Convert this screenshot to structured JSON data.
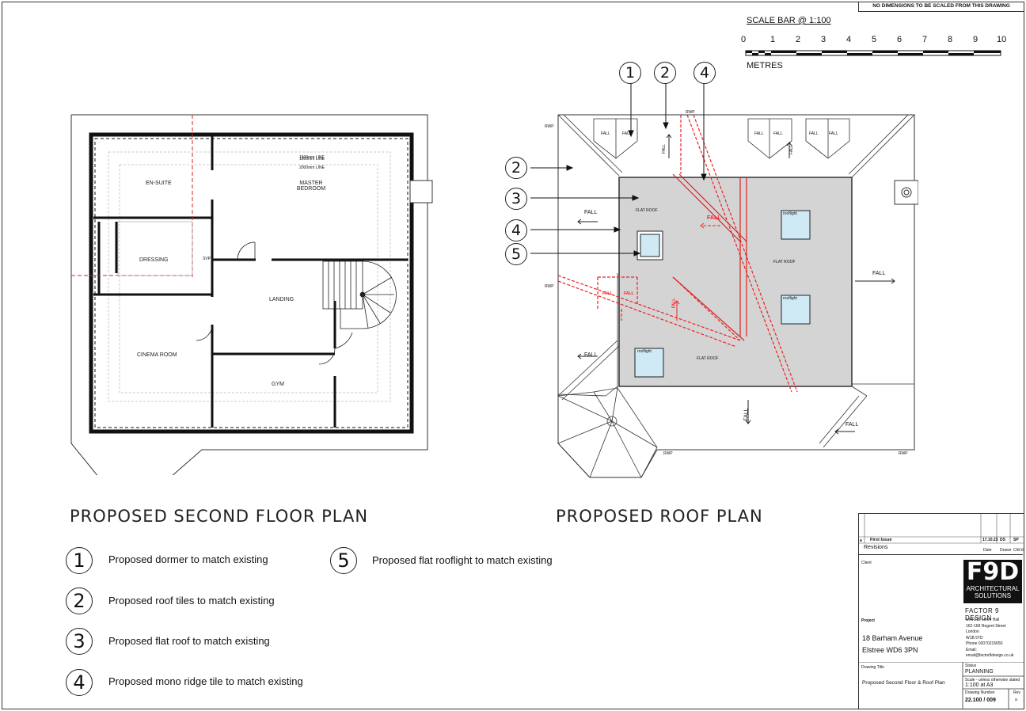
{
  "header": {
    "no_scale_note": "NO DIMENSIONS TO BE SCALED FROM THIS DRAWING",
    "scale_bar_title": "SCALE BAR @ 1:100",
    "scale_ticks": [
      "0",
      "1",
      "2",
      "3",
      "4",
      "5",
      "6",
      "7",
      "8",
      "9",
      "10"
    ],
    "scale_unit": "METRES"
  },
  "floor_plan": {
    "title": "PROPOSED SECOND FLOOR PLAN",
    "rooms": {
      "ensuite": "EN-SUITE",
      "master_bedroom": "MASTER BEDROOM",
      "dressing": "DRESSING",
      "landing": "LANDING",
      "cinema_room": "CINEMA ROOM",
      "gym": "GYM"
    },
    "line_notes": [
      "1500mm LINE",
      "1800mm LINE",
      "2000mm LINE"
    ],
    "svp": "SVP"
  },
  "roof_plan": {
    "title": "PROPOSED ROOF PLAN",
    "labels": {
      "fall": "FALL",
      "flat_roof": "FLAT ROOF",
      "rooflight": "rooflight",
      "rwp": "RWP"
    }
  },
  "callouts": [
    "1",
    "2",
    "4",
    "2",
    "3",
    "4",
    "5"
  ],
  "legend": [
    {
      "num": "1",
      "text": "Proposed dormer to match existing"
    },
    {
      "num": "2",
      "text": "Proposed roof tiles to match existing"
    },
    {
      "num": "3",
      "text": "Proposed flat roof to match existing"
    },
    {
      "num": "4",
      "text": "Proposed mono ridge tile to match existing"
    },
    {
      "num": "5",
      "text": "Proposed flat rooflight to match existing"
    }
  ],
  "title_block": {
    "rev_letter": "a",
    "rev_desc": "First Issue",
    "rev_date": "17.10.23",
    "rev_drawn": "DS",
    "rev_check": "SP",
    "revisions_label": "Revisions",
    "date_label": "Date",
    "drawn_label": "Drawn",
    "check_label": "Chk'd",
    "client_label": "Client",
    "logo_text": "F9D",
    "logo_sub1": "ARCHITECTURAL",
    "logo_sub2": "SOLUTIONS",
    "company": "FACTOR 9 DESIGN",
    "address": [
      "Unit 519 Linen Hall",
      "162-168 Regent Street",
      "London",
      "W1B 5TD",
      "Phone 02070215650",
      "Email:",
      "email@factor9design.co.uk"
    ],
    "project_label": "Project",
    "project_line1": "18 Barham Avenue",
    "project_line2": "Elstree WD6 3PN",
    "drawing_title_label": "Drawing Title",
    "drawing_title": "Proposed Second Floor & Roof Plan",
    "status_label": "Status",
    "status": "PLANNING",
    "scale_label": "Scale - unless otherwise stated",
    "scale": "1:100   at  A3",
    "drawing_number_label": "Drawing Number",
    "drawing_number": "22.100 / 009",
    "rev_label": "Rev",
    "rev": "a"
  }
}
